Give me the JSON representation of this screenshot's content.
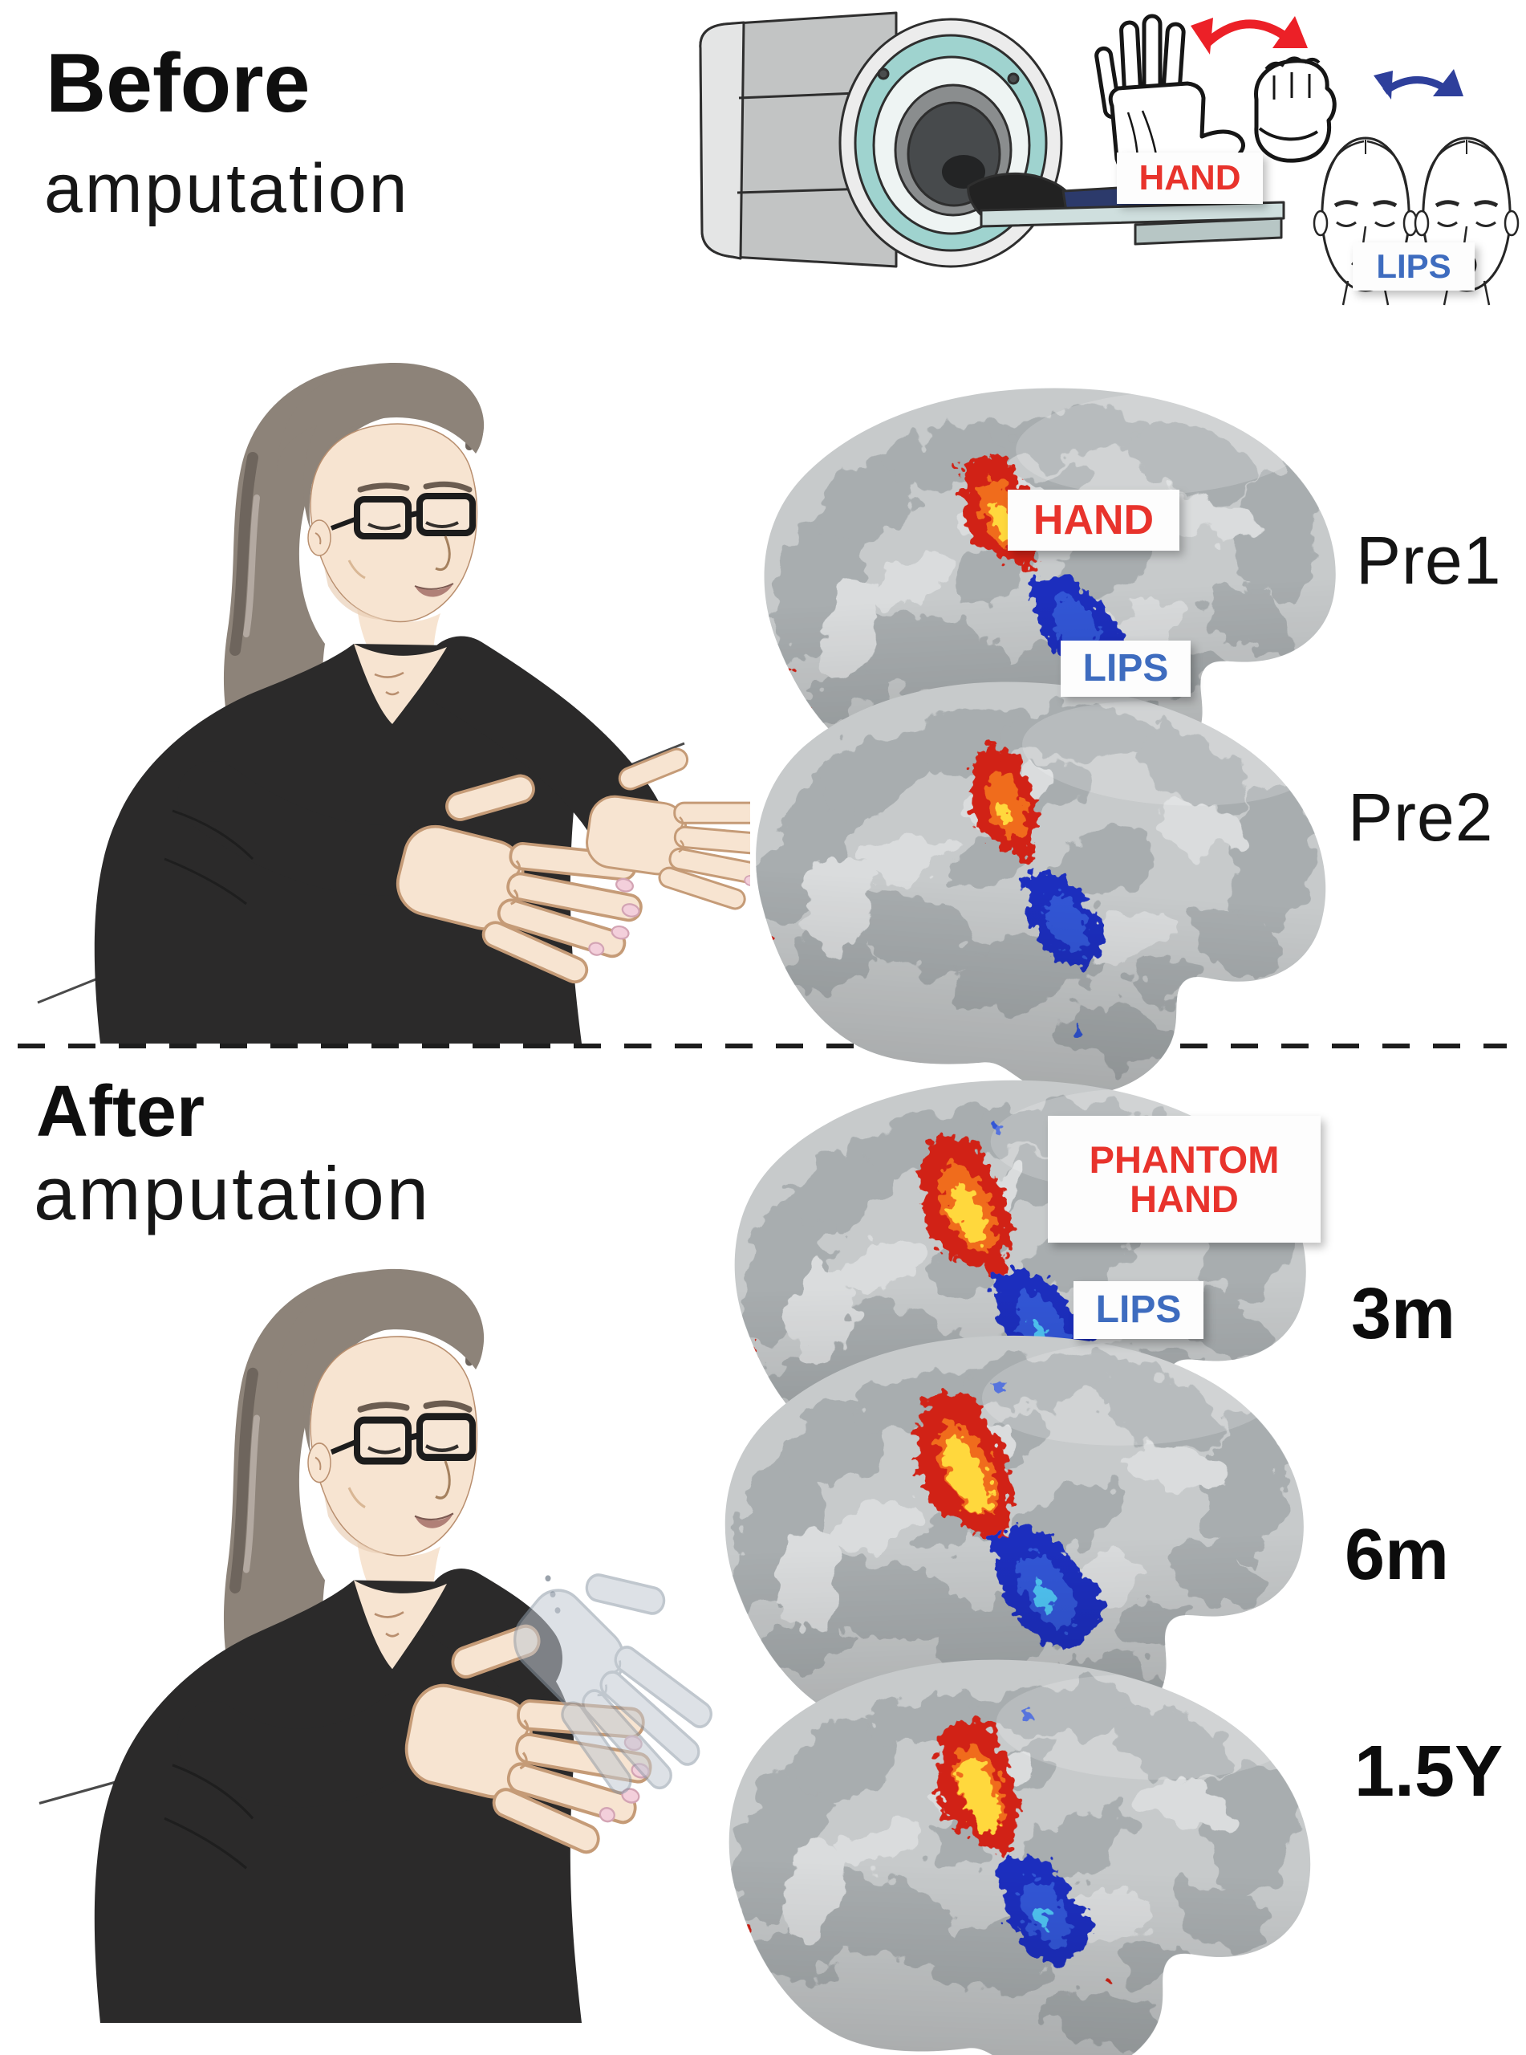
{
  "before": {
    "title": "Before",
    "subtitle": "amputation"
  },
  "after": {
    "title": "After",
    "subtitle": "amputation"
  },
  "tasks": {
    "hand": "HAND",
    "lips": "LIPS"
  },
  "panels": {
    "pre1": {
      "hand_label": "HAND",
      "lips_label": "LIPS",
      "time": "Pre1"
    },
    "pre2": {
      "time": "Pre2"
    },
    "m3": {
      "hand_label_line1": "PHANTOM",
      "hand_label_line2": "HAND",
      "lips_label": "LIPS",
      "time": "3m"
    },
    "m6": {
      "time": "6m"
    },
    "y15": {
      "time": "1.5Y"
    }
  },
  "colors": {
    "hand_red": "#e8332c",
    "lips_blue": "#3e6cbf",
    "arrow_red": "#ec2027",
    "arrow_blue": "#2e3f9b",
    "act_red": "#d12417",
    "act_orange": "#f06c1e",
    "act_yellow": "#ffd83e",
    "act_blue": "#1b2fbe",
    "act_blue_mid": "#3056d6",
    "act_cyan": "#4fc3f2",
    "brain_base": "#c7cacb",
    "brain_gyri": "#a8adaf",
    "mri_teal": "#9fd3cf",
    "skin": "#f7e4d1",
    "sweater": "#2b2a2a",
    "hair": "#8d8379",
    "phantom_gray": "#c2c9d2"
  }
}
